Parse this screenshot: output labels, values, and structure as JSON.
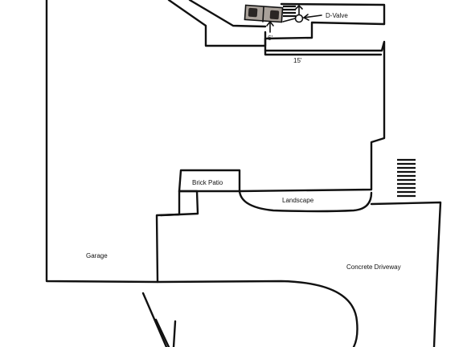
{
  "labels": {
    "d_valve": "D-Valve",
    "six_ft": "6'",
    "fifteen_ft": "15'",
    "brick_patio": "Brick Patio",
    "landscape": "Landscape",
    "garage": "Garage",
    "concrete_driveway": "Concrete Driveway"
  }
}
